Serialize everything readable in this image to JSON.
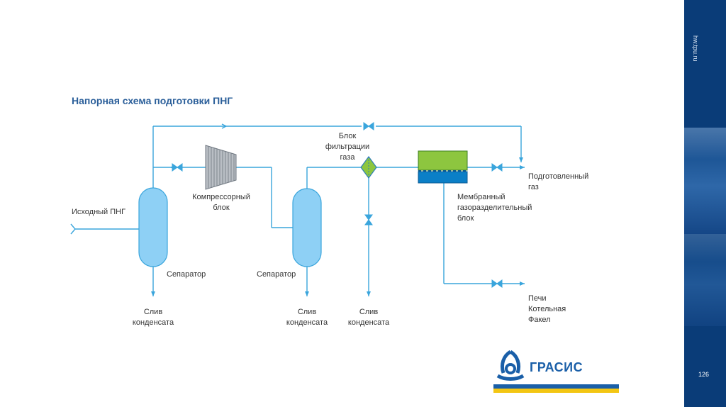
{
  "header": {
    "title": "Напорная схема подготовки ПНГ",
    "site": "hw.tpu.ru",
    "page_number": "126"
  },
  "diagram": {
    "input_label": "Исходный ПНГ",
    "compressor_label": [
      "Компрессорный",
      "блок"
    ],
    "separator1_label": "Сепаратор",
    "separator2_label": "Сепаратор",
    "filter_label": [
      "Блок",
      "фильтрации",
      "газа"
    ],
    "membrane_label": [
      "Мембранный",
      "газоразделительный",
      "блок"
    ],
    "product_label": [
      "Подготовленный",
      "газ"
    ],
    "drain1_label": [
      "Слив",
      "конденсата"
    ],
    "drain2_label": [
      "Слив",
      "конденсата"
    ],
    "drain3_label": [
      "Слив",
      "конденсата"
    ],
    "consumers_label": [
      "Печи",
      "Котельная",
      "Факел"
    ]
  },
  "logo": {
    "text": "ГРАСИС"
  },
  "colors": {
    "line": "#3aa5dc",
    "vessel": "#8ed0f5",
    "membrane_top": "#8dc63f",
    "membrane_bottom": "#0b7fc7",
    "filter": "#8dc63f",
    "brand_blue": "#1a5fa8",
    "brand_yellow": "#f3c613"
  }
}
